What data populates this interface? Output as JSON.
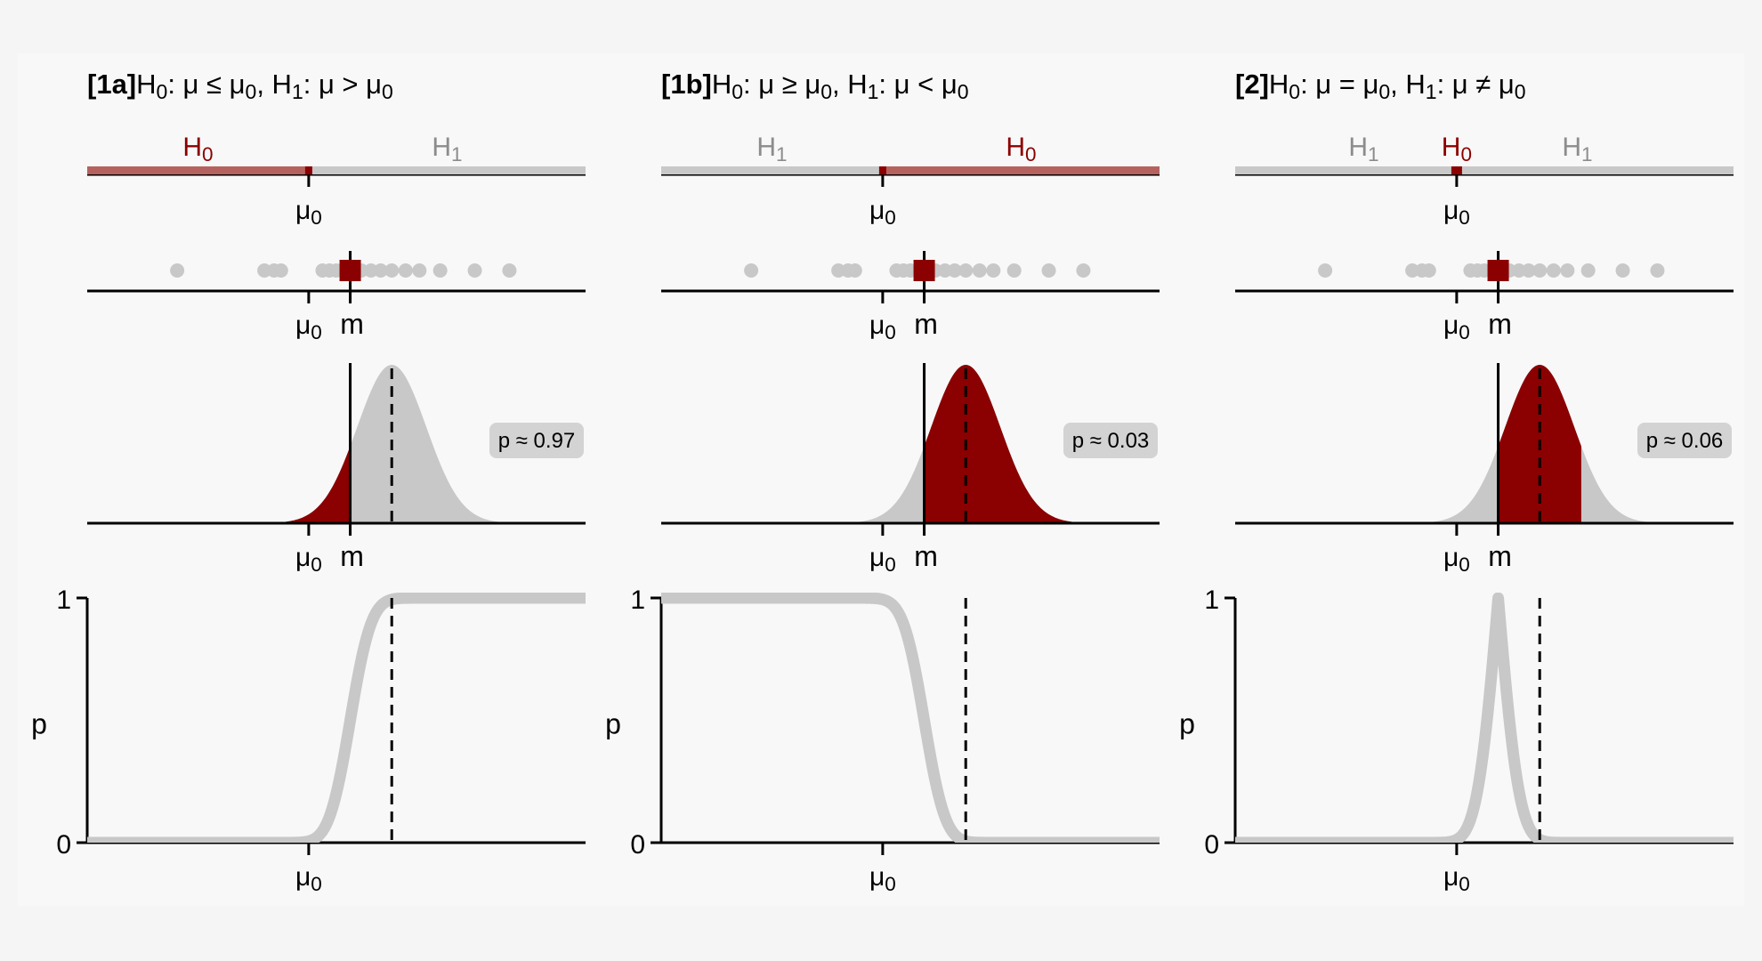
{
  "colors": {
    "h0": "#8b0000",
    "h0_soft": "#b5625f",
    "h1": "#c8c8c8",
    "axis": "#000000",
    "grey_text": "#8c8c8c",
    "badge_bg": "#d3d3d3",
    "panel_bg": "#f8f8f8",
    "page_bg": "#f5f5f5"
  },
  "axis_labels": {
    "mu0": "μ0",
    "m": "m",
    "p": "p",
    "h0": "H0",
    "h1": "H1",
    "y_one": "1",
    "y_zero": "0"
  },
  "panels": [
    {
      "id": "1a",
      "label": "[1a]",
      "h0_expr": "μ ≤ μ0",
      "h1_expr": "μ > μ0",
      "p_text": "p ≈ 0.97",
      "p_value": 0.97,
      "test": "greater"
    },
    {
      "id": "1b",
      "label": "[1b]",
      "h0_expr": "μ ≥ μ0",
      "h1_expr": "μ < μ0",
      "p_text": "p ≈ 0.03",
      "p_value": 0.03,
      "test": "less"
    },
    {
      "id": "2",
      "label": "[2]",
      "h0_expr": "μ = μ0",
      "h1_expr": "μ ≠ μ0",
      "p_text": "p ≈ 0.06",
      "p_value": 0.06,
      "test": "two-sided"
    }
  ],
  "sample_points": [
    -0.95,
    -0.32,
    -0.25,
    -0.2,
    0.1,
    0.15,
    0.2,
    0.25,
    0.3,
    0.38,
    0.45,
    0.52,
    0.6,
    0.7,
    0.8,
    0.95,
    1.2,
    1.45
  ],
  "chart_data": [
    {
      "type": "line",
      "x": [
        "μ0"
      ],
      "y_ticks": [
        "0",
        "1"
      ],
      "ylabel": "p",
      "ylim": [
        0,
        1
      ],
      "series": []
    }
  ]
}
